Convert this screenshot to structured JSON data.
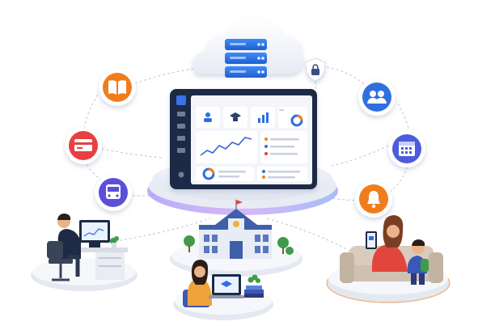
{
  "theme": {
    "accent_blue": "#2f6fe0",
    "orange": "#f07d1e",
    "red": "#e84040",
    "purple": "#5b4fd8",
    "indigo": "#4d5bdc",
    "dark_screen": "#1d2a44"
  },
  "cloud": {
    "icon": "server-stack-icon"
  },
  "security": {
    "icon": "shield-lock-icon"
  },
  "modules_left": [
    {
      "name": "library",
      "icon": "book-icon",
      "color": "#f07d1e"
    },
    {
      "name": "fees",
      "icon": "credit-card-icon",
      "color": "#e84040"
    },
    {
      "name": "transport",
      "icon": "bus-icon",
      "color": "#5b4fd8"
    }
  ],
  "modules_right": [
    {
      "name": "users",
      "icon": "users-icon",
      "color": "#2f6fe0"
    },
    {
      "name": "calendar",
      "icon": "calendar-icon",
      "color": "#4d5bdc"
    },
    {
      "name": "notifications",
      "icon": "bell-icon",
      "color": "#f07d1e"
    }
  ],
  "dashboard": {
    "sidebar_icons": [
      "home-icon",
      "people-icon",
      "list-icon",
      "chart-icon",
      "grid-icon",
      "settings-icon"
    ],
    "card_icons": [
      "user-icon",
      "graduation-cap-icon",
      "bar-chart-icon",
      "donut-chart-icon"
    ]
  },
  "scenes": [
    "admin-at-desk",
    "school-building",
    "student-with-laptop",
    "parent-and-child-with-tablet"
  ]
}
